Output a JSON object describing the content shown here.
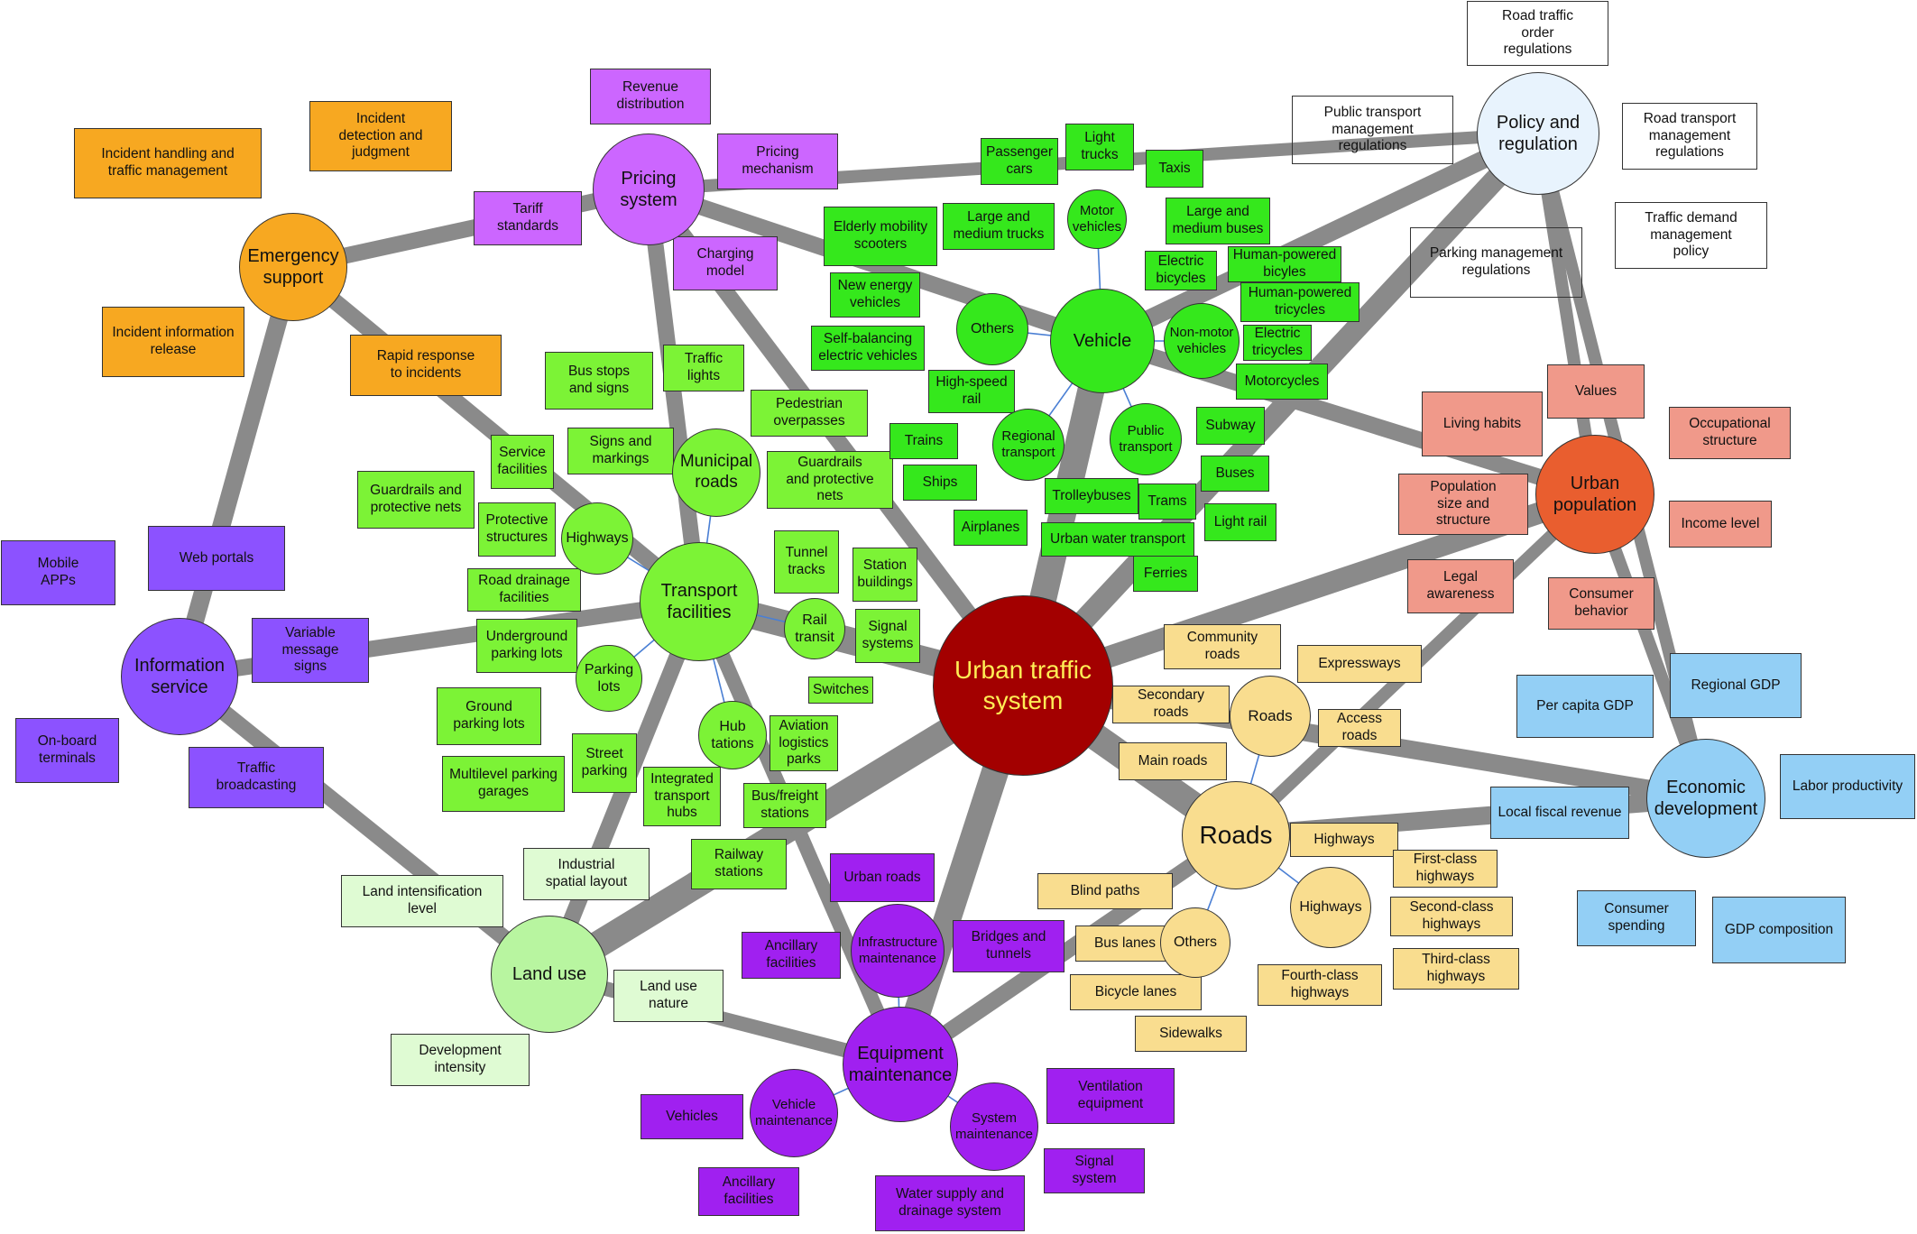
{
  "colors": {
    "core": "#a30000",
    "core_text": "#ffee55",
    "line": "#8a8a8a",
    "thin_line": "#4a7fd4",
    "emergency": "#f7a821",
    "pricing": "#cc66ff",
    "policy_box": "#d4e9fb",
    "policy_circle": "#e8f3fd",
    "population": "#f0998a",
    "population_circle": "#e95e2f",
    "economic": "#93cff5",
    "roads": "#f9dd8f",
    "equipment": "#a020f0",
    "info": "#8c52ff",
    "landuse": "#dffbd3",
    "landuse_circle": "#b8f5a0",
    "transport": "#7cf336",
    "vehicle": "#35e81c"
  },
  "center": {
    "label": "Urban traffic\nsystem"
  },
  "hubs": [
    {
      "id": "emergency",
      "label": "Emergency\nsupport"
    },
    {
      "id": "pricing",
      "label": "Pricing\nsystem"
    },
    {
      "id": "policy",
      "label": "Policy and\nregulation"
    },
    {
      "id": "population",
      "label": "Urban\npopulation"
    },
    {
      "id": "economic",
      "label": "Economic\ndevelopment"
    },
    {
      "id": "roads",
      "label": "Roads"
    },
    {
      "id": "equipment",
      "label": "Equipment\nmaintenance"
    },
    {
      "id": "landuse",
      "label": "Land use"
    },
    {
      "id": "info",
      "label": "Information\nservice"
    },
    {
      "id": "transport",
      "label": "Transport\nfacilities"
    },
    {
      "id": "vehicle",
      "label": "Vehicle"
    }
  ],
  "subhubs": [
    {
      "id": "municipal",
      "label": "Municipal\nroads"
    },
    {
      "id": "highways_tf",
      "label": "Highways"
    },
    {
      "id": "rail",
      "label": "Rail\ntransit"
    },
    {
      "id": "parking",
      "label": "Parking\nlots"
    },
    {
      "id": "hub",
      "label": "Hub\ntations"
    },
    {
      "id": "motor",
      "label": "Motor\nvehicles"
    },
    {
      "id": "others_v",
      "label": "Others"
    },
    {
      "id": "nonmotor",
      "label": "Non-motor\nvehicles"
    },
    {
      "id": "regional",
      "label": "Regional\ntransport"
    },
    {
      "id": "public",
      "label": "Public\ntransport"
    },
    {
      "id": "roads_small",
      "label": "Roads"
    },
    {
      "id": "highways_r",
      "label": "Highways"
    },
    {
      "id": "others_r",
      "label": "Others"
    },
    {
      "id": "infra",
      "label": "Infrastructure\nmaintenance"
    },
    {
      "id": "vehmaint",
      "label": "Vehicle\nmaintenance"
    },
    {
      "id": "sysmaint",
      "label": "System\nmaintenance"
    }
  ],
  "boxes": {
    "emergency": [
      "Incident handling and\ntraffic management",
      "Incident\ndetection and\njudgment",
      "Incident information\nrelease",
      "Rapid response\nto incidents"
    ],
    "pricing": [
      "Revenue\ndistribution",
      "Pricing\nmechanism",
      "Tariff\nstandards",
      "Charging\nmodel"
    ],
    "policy": [
      "Road traffic\norder\nregulations",
      "Public transport\nmanagement\nregulations",
      "Road transport\nmanagement\nregulations",
      "Traffic demand\nmanagement\npolicy",
      "Parking management\nregulations"
    ],
    "population": [
      "Values",
      "Living habits",
      "Occupational\nstructure",
      "Population\nsize and\nstructure",
      "Income level",
      "Legal\nawareness",
      "Consumer\nbehavior"
    ],
    "economic": [
      "Regional GDP",
      "Per capita GDP",
      "Labor productivity",
      "Local fiscal revenue",
      "Consumer\nspending",
      "GDP composition"
    ],
    "roads": [
      "Community\nroads",
      "Expressways",
      "Secondary\nroads",
      "Access\nroads",
      "Main roads",
      "Highways",
      "First-class\nhighways",
      "Blind paths",
      "Second-class\nhighways",
      "Bus lanes",
      "Third-class\nhighways",
      "Fourth-class\nhighways",
      "Bicycle lanes",
      "Sidewalks"
    ],
    "equipment": [
      "Urban roads",
      "Ancillary\nfacilities",
      "Bridges and\ntunnels",
      "Ventilation\nequipment",
      "Vehicles",
      "Signal\nsystem",
      "Ancillary\nfacilities",
      "Water supply and\ndrainage system"
    ],
    "info": [
      "Mobile\nAPPs",
      "Web portals",
      "Variable\nmessage\nsigns",
      "On-board\nterminals",
      "Traffic\nbroadcasting"
    ],
    "landuse": [
      "Land intensification\nlevel",
      "Industrial\nspatial layout",
      "Land use\nnature",
      "Development\nintensity"
    ],
    "transport": [
      "Bus stops\nand signs",
      "Traffic\nlights",
      "Pedestrian\noverpasses",
      "Signs and\nmarkings",
      "Guardrails\nand protective\nnets",
      "Service\nfacilities",
      "Guardrails and\nprotective nets",
      "Protective\nstructures",
      "Road drainage\nfacilities",
      "Underground\nparking lots",
      "Tunnel\ntracks",
      "Station\nbuildings",
      "Signal\nsystems",
      "Switches",
      "Ground\nparking lots",
      "Multilevel parking\ngarages",
      "Street\nparking",
      "Integrated\ntransport\nhubs",
      "Aviation\nlogistics\nparks",
      "Bus/freight\nstations",
      "Railway\nstations"
    ],
    "vehicle": [
      "Passenger\ncars",
      "Light\ntrucks",
      "Taxis",
      "Elderly mobility\nscooters",
      "Large and\nmedium trucks",
      "Large and\nmedium buses",
      "New energy\nvehicles",
      "Electric\nbicycles",
      "Human-powered\nbicyles",
      "Human-powered\ntricycles",
      "Self-balancing\nelectric vehicles",
      "Electric\ntricycles",
      "Motorcycles",
      "High-speed\nrail",
      "Trains",
      "Ships",
      "Subway",
      "Buses",
      "Trolleybuses",
      "Trams",
      "Light rail",
      "Airplanes",
      "Urban water transport",
      "Ferries"
    ]
  }
}
